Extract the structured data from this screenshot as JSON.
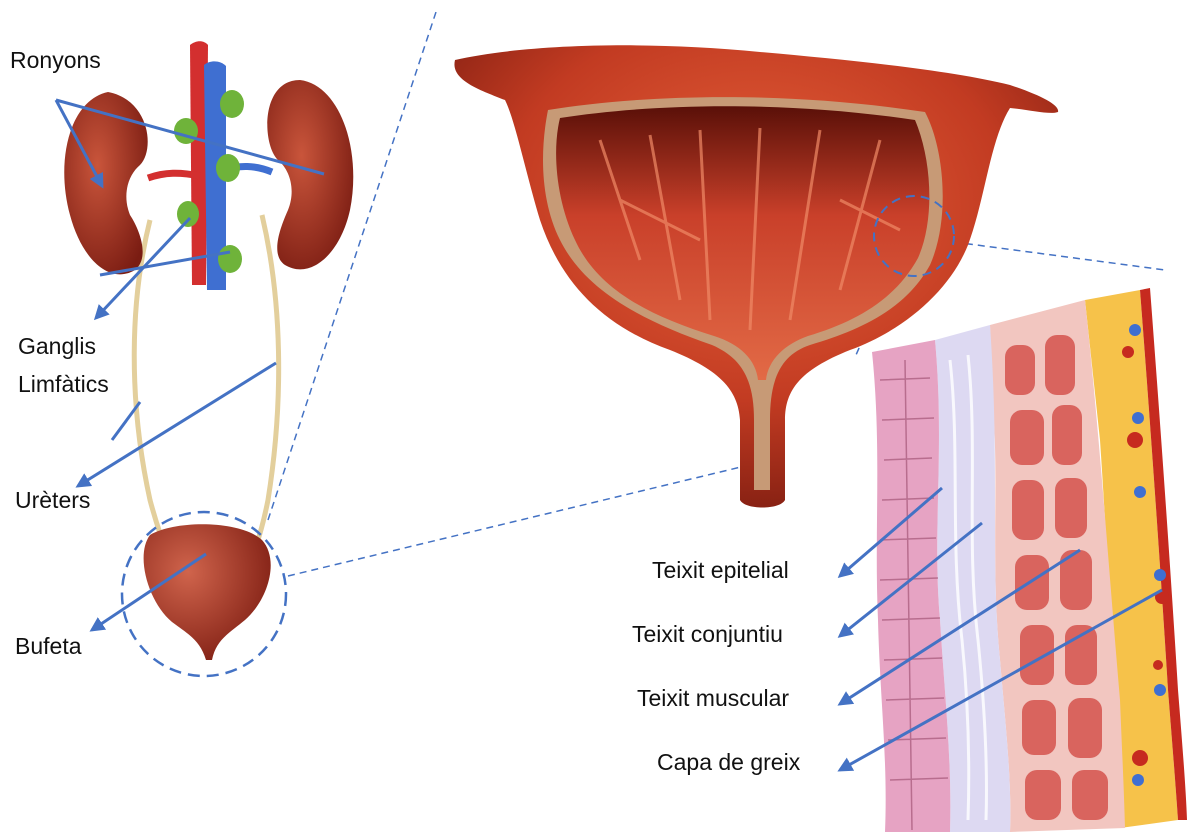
{
  "labels": {
    "kidneys": "Ronyons",
    "lymph_nodes_line1": "Ganglis",
    "lymph_nodes_line2": "Limfàtics",
    "ureters": "Urèters",
    "bladder": "Bufeta",
    "epithelial": "Teixit epitelial",
    "connective": "Teixit conjuntiu",
    "muscular": "Teixit muscular",
    "fat": "Capa de greix"
  },
  "colors": {
    "arrow": "#4472c4",
    "organ_red": "#a83320",
    "organ_dark": "#6e1a10",
    "artery": "#d32f2f",
    "vein": "#3f6fd1",
    "lymph_node": "#6fb33a",
    "ureter": "#e3cf9c",
    "mucosa": "#e05a36",
    "epithelium": "#e6a3c3",
    "connective": "#ddd9f2",
    "muscle": "#d9645e",
    "fat": "#f6c24a"
  }
}
